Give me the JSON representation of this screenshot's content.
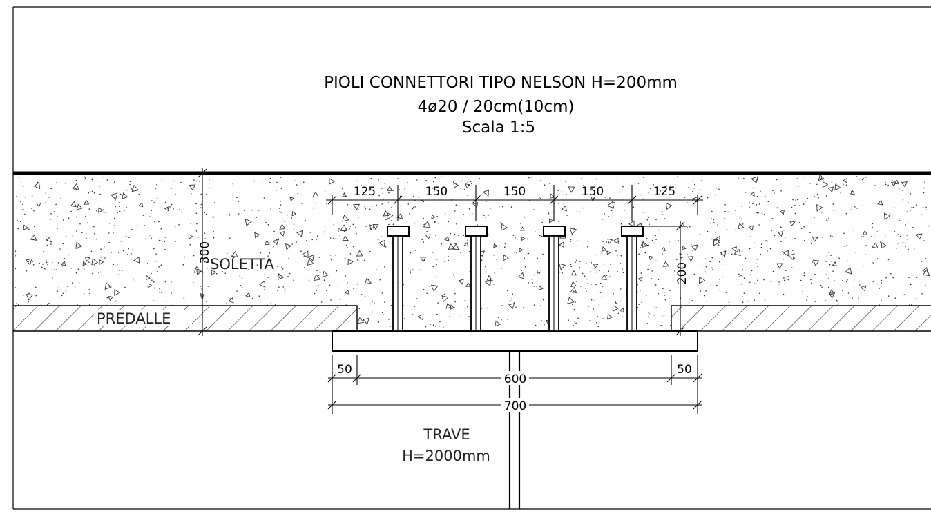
{
  "title": {
    "line1": "PIOLI CONNETTORI TIPO NELSON H=200mm",
    "line2": "4ø20 / 20cm(10cm)",
    "line3": "Scala 1:5"
  },
  "labels": {
    "slab": "SOLETTA",
    "predalle": "PREDALLE",
    "beam": "TRAVE",
    "beam_height": "H=2000mm"
  },
  "dimensions": {
    "stud_spacing": [
      "125",
      "150",
      "150",
      "150",
      "125"
    ],
    "slab_thickness": "300",
    "stud_height": "200",
    "flange_left_overhang": "50",
    "flange_inner": "600",
    "flange_right_overhang": "50",
    "flange_width": "700"
  }
}
